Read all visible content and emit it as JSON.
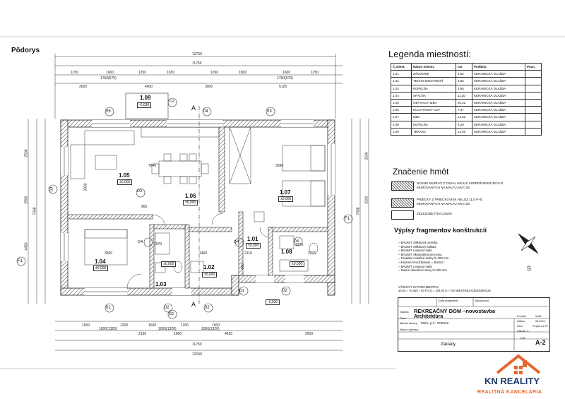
{
  "plan": {
    "title": "Pôdorys",
    "overall_width_top": "12750",
    "overall_width_second": "11750",
    "top_dims": [
      "1250",
      "1600",
      "1250",
      "1650",
      "1050",
      "1800",
      "1600",
      "1250"
    ],
    "top_sub_dims": [
      "1750(570)",
      "1750(570)"
    ],
    "top_dims_row2": [
      "2625",
      "4000",
      "3000",
      "5125"
    ],
    "bottom_dims": [
      "1600",
      "1200",
      "1600",
      "1200",
      "1600"
    ],
    "bottom_sub_dims": [
      "1000(1320)",
      "1000(1320)",
      "1000(1320)"
    ],
    "bottom_row2": [
      "2130",
      "1900",
      "4620",
      "2500"
    ],
    "bottom_totals": [
      "11750",
      "12150"
    ],
    "left_dims": [
      "2500",
      "2500",
      "7658",
      "4450"
    ],
    "right_dims": [
      "2500",
      "2500",
      "7658"
    ],
    "axis_labels": [
      "05",
      "04",
      "03",
      "03",
      "01",
      "02",
      "02",
      "02",
      "F1",
      "F1",
      "A",
      "A"
    ],
    "door_marks": [
      "D3",
      "D4",
      "D4",
      "D1",
      "D2",
      "D2",
      "D4",
      "D1"
    ],
    "rooms": [
      {
        "no": "1.09",
        "lvl": "-0,030"
      },
      {
        "no": "1.05",
        "lvl": "±0,000"
      },
      {
        "no": "1.06",
        "lvl": "±0,000"
      },
      {
        "no": "1.07",
        "lvl": "±0,000"
      },
      {
        "no": "1.04",
        "lvl": "±0,000"
      },
      {
        "no": "1.03",
        "lvl": "±0,000"
      },
      {
        "no": "1.02",
        "lvl": "±0,000"
      },
      {
        "no": "1.01",
        "lvl": "±0,000"
      },
      {
        "no": "1.08",
        "lvl": "±0,000"
      }
    ],
    "extra_levels": [
      "-0,030"
    ],
    "misc_dims": [
      "7640",
      "3050",
      "965",
      "1970",
      "3500",
      "3390",
      "900",
      "2115",
      "1400",
      "2375",
      "1970"
    ]
  },
  "legend": {
    "title": "Legenda miestností:",
    "headers": [
      "Č.miest.",
      "Názov miestn.",
      "m2",
      "Podlaha",
      "Pozn."
    ],
    "rows": [
      [
        "1.01",
        "ZÁDVERIE",
        "4,02",
        "KERAMICKÁ DLAŽBA",
        ""
      ],
      [
        "1.02",
        "TECHN.MIESTNOSŤ",
        "3,56",
        "KERAMICKÁ DLAŽBA",
        ""
      ],
      [
        "1.03",
        "KÚPEĽŇA",
        "3,56",
        "KERAMICKÁ DLAŽBA",
        ""
      ],
      [
        "1.04",
        "SPÁLŇA",
        "11,20",
        "KERAMICKÁ DLAŽBA",
        ""
      ],
      [
        "1.05",
        "OBÝVACIA IZBA",
        "20,22",
        "KERAMICKÁ DLAŽBA",
        ""
      ],
      [
        "1.06",
        "KUCHYNSKÝ KÚT",
        "7,57",
        "KERAMICKÁ DLAŽBA",
        ""
      ],
      [
        "1.07",
        "IZBA",
        "14,52",
        "KERAMICKÁ DLAŽBA",
        ""
      ],
      [
        "1.08",
        "KÚPEĽŇA",
        "4,20",
        "KERAMICKÁ DLAŽBA",
        ""
      ],
      [
        "1.09",
        "TERASA",
        "12,00",
        "KERAMICKÁ DLAŽBA",
        ""
      ]
    ]
  },
  "znacenie": {
    "title": "Značenie hmôt",
    "items": [
      {
        "line1": "NOSNÉ MURIVO Z TEHÁL HELUZ SUPERTHERM 30 P+D",
        "line2": "MUROVANÝCH NA MALTU MVC-25"
      },
      {
        "line1": "PRIEČKY Z PRIEČKOVIEK HELUZ 11,5 P+D",
        "line2": "MUROVANÝCH NA MALTU MVC-25"
      },
      {
        "line1": "ŽELEZOBETÓN C20/25",
        "line2": ""
      }
    ]
  },
  "vypisy": {
    "title": "Výpisy fragmentov konštrukcií",
    "items": [
      "BAUMIT Silikátová omietka",
      "BAUMIT Silikátový základ",
      "BAUMIT Lepiaca malta",
      "BAUMIT Sklotextilná sieťovina",
      "Fasádne izolačné dosky hr.200 mm",
      "kotvené hmoždinkami – 4ks/m2",
      "BAUMIT Lepiaca malta",
      "Nosné obvodové steny hr.300 mm"
    ]
  },
  "vyskovy": {
    "line1": "VÝŠKOVÝ SYSTÉM MIESTNY",
    "line2": "±0,00 = +0,350 = 00 P.V.Ú = 100,00 m – OS MIESTNEJ KOMUNIKÁCIE"
  },
  "titleblock": {
    "zodp_label": "Zodp.projektant:",
    "vypracoval_label": "Vypracoval:",
    "stavba_label": "Stavba:",
    "stavba_value": "REKREAČNÝ DOM –novostavba",
    "cast_label": "Časť:",
    "cast_value": "Architektúra",
    "miesto_label": "Miesto stavby:",
    "miesto_value": "Moťa, p.č.: 3786/49",
    "nazov_label": "Názov výkresu:",
    "nazov_value": "Základy",
    "formát_label": "Formát:",
    "format_value": "2xA4",
    "datum_label": "Dátum:",
    "datum_value": "06.2024",
    "stupen_label": "Účel:",
    "stupen_value": "Projekt na SP",
    "zakazka_label": "Zákazk. č.:",
    "mierka_value": "1:50",
    "cislo_vykresu": "A-2"
  },
  "brand": {
    "name": "KN REALITY",
    "sub": "REALITNÁ KANCELÁRIA",
    "blue": "#1f3b6d",
    "orange": "#e7662e"
  },
  "compass": {
    "label": "S"
  }
}
